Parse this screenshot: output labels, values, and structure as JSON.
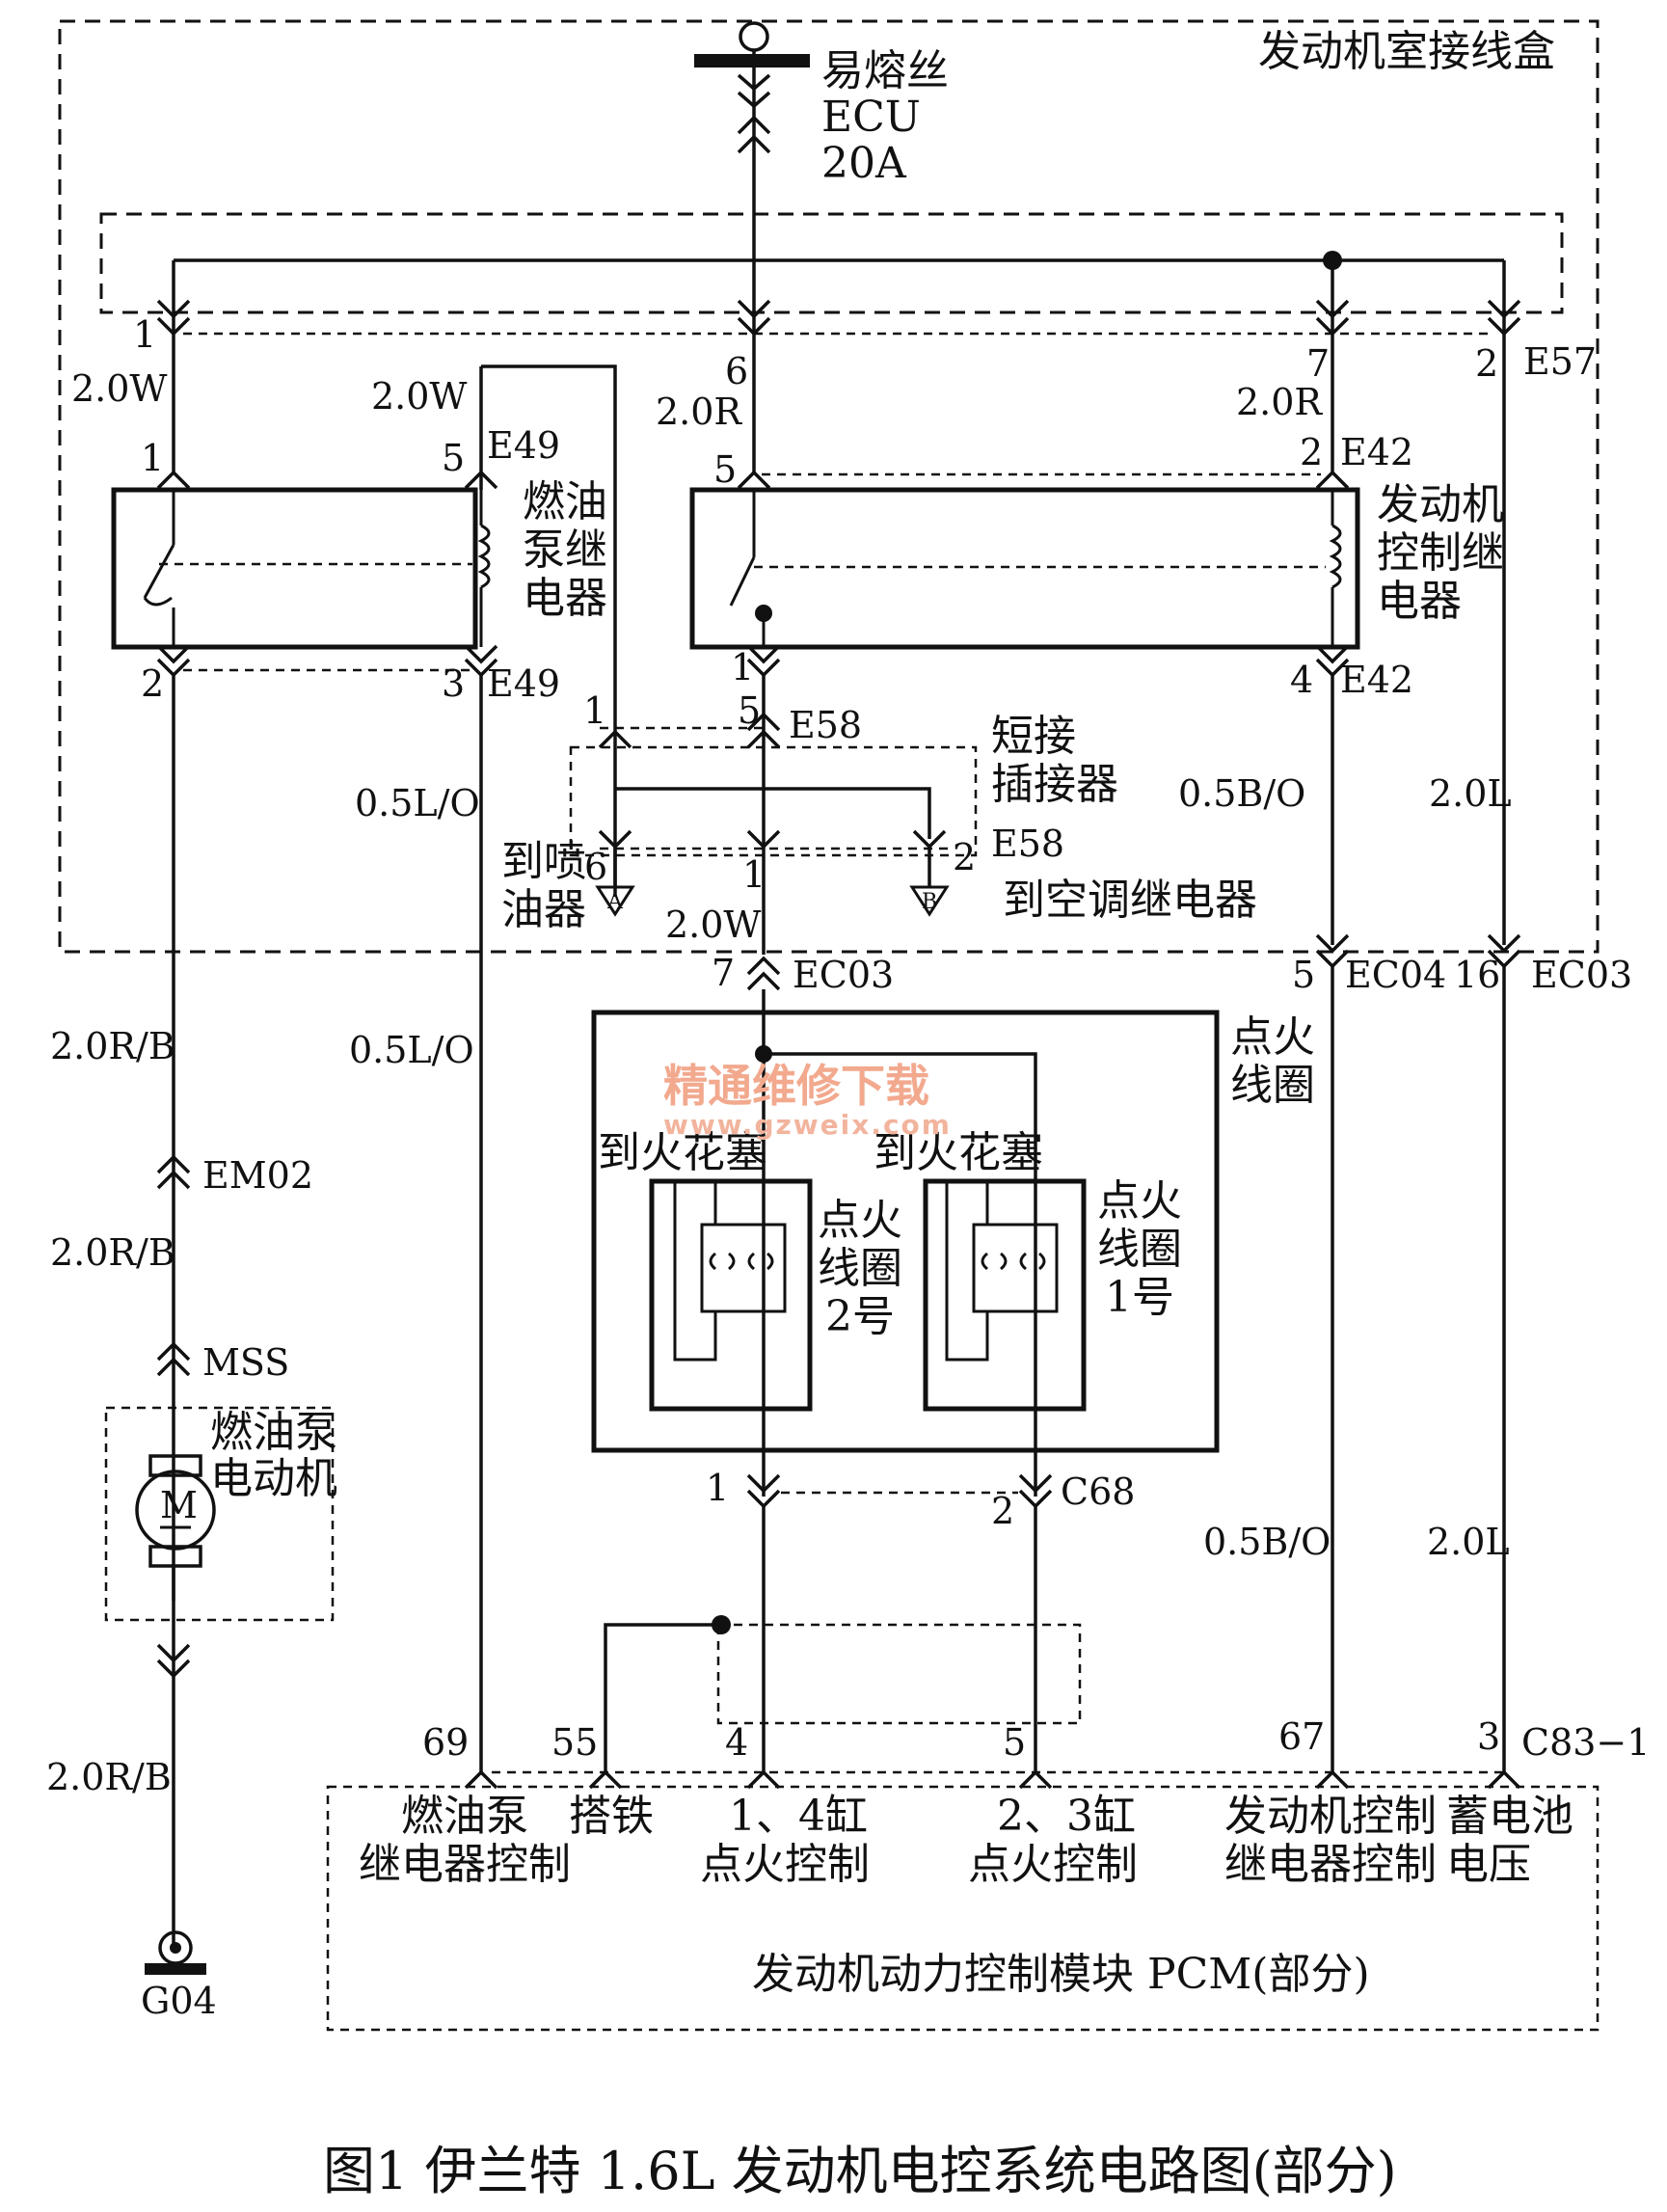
{
  "fuse": {
    "name": "易熔丝",
    "label": "ECU",
    "rating": "20A"
  },
  "junction_box": {
    "title": "发动机室接线盒"
  },
  "connectors": {
    "e57": "E57",
    "e49_top": "E49",
    "e49_bottom": "E49",
    "e42_top": "E42",
    "e42_bottom": "E42",
    "e58_top": "E58",
    "e58_bottom": "E58",
    "ec03_left": "EC03",
    "ec04": "EC04",
    "ec03_right": "EC03",
    "em02": "EM02",
    "mss": "MSS",
    "c68": "C68",
    "c83": "C83−1",
    "ground": "G04"
  },
  "pins": {
    "p1_top": "1",
    "p6_top": "6",
    "p7_top": "7",
    "p2_top": "2",
    "fp_relay_1": "1",
    "fp_relay_5": "5",
    "fp_relay_2": "2",
    "fp_relay_3": "3",
    "ecr_5": "5",
    "ecr_2": "2",
    "ecr_1": "1",
    "ecr_4": "4",
    "e58_1": "1",
    "e58_5": "5",
    "e58_6": "6",
    "e58_1b": "1",
    "e58_2": "2",
    "ec03_7": "7",
    "ec04_5": "5",
    "ec03_16": "16",
    "c68_1": "1",
    "c68_2": "2",
    "pcm_69": "69",
    "pcm_55": "55",
    "pcm_4": "4",
    "pcm_5": "5",
    "pcm_67": "67",
    "pcm_3": "3"
  },
  "wires": {
    "w_left_top": "2.0W",
    "w_mid_top": "2.0W",
    "w_6": "2.0R",
    "w_7": "2.0R",
    "w_05lo_1": "0.5L/O",
    "w_05lo_2": "0.5L/O",
    "w_05bo_1": "0.5B/O",
    "w_05bo_2": "0.5B/O",
    "w_20l_1": "2.0L",
    "w_20l_2": "2.0L",
    "w_ec03": "2.0W",
    "w_rb_1": "2.0R/B",
    "w_rb_2": "2.0R/B",
    "w_rb_3": "2.0R/B"
  },
  "components": {
    "fuel_pump_relay": [
      "燃油",
      "泵继",
      "电器"
    ],
    "engine_control_relay": [
      "发动机",
      "控制继",
      "电器"
    ],
    "short_connector": [
      "短接",
      "插接器"
    ],
    "to_injector": [
      "到喷",
      "油器"
    ],
    "to_ac_relay": "到空调继电器",
    "ignition_coil": [
      "点火",
      "线圈"
    ],
    "to_spark_plug_left": "到火花塞",
    "to_spark_plug_right": "到火花塞",
    "coil_2": [
      "点火",
      "线圈",
      "2号"
    ],
    "coil_1": [
      "点火",
      "线圈",
      "1号"
    ],
    "fuel_pump_motor": [
      "燃油泵",
      "电动机"
    ],
    "motor_symbol": "M",
    "marker_a": "A",
    "marker_b": "B"
  },
  "pcm": {
    "title": "发动机动力控制模块 PCM(部分)",
    "terminals": {
      "fuel_pump_relay_ctrl": [
        "燃油泵",
        "继电器控制"
      ],
      "ground": [
        "搭铁"
      ],
      "cyl14": [
        "1、4缸",
        "点火控制"
      ],
      "cyl23": [
        "2、3缸",
        "点火控制"
      ],
      "ecr_ctrl": [
        "发动机控制",
        "继电器控制"
      ],
      "battery_voltage": [
        "蓄电池",
        "电压"
      ]
    }
  },
  "watermark": {
    "cn": "精通维修下载",
    "url": "www.gzweix.com"
  },
  "caption": "图1 伊兰特 1.6L 发动机电控系统电路图(部分)"
}
